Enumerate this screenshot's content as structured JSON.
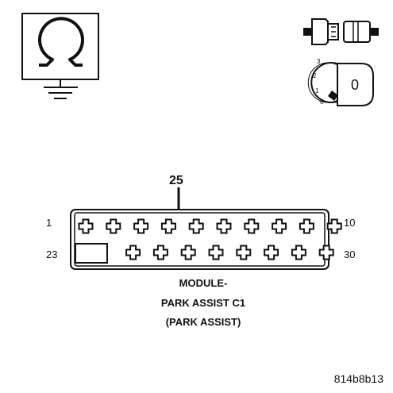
{
  "connector": {
    "pin_left_top": "1",
    "pin_right_top": "10",
    "pin_left_bottom": "23",
    "pin_right_bottom": "30",
    "callout_pin": "25",
    "top_row_cavities": 10,
    "bottom_row_cavities": 8
  },
  "caption": {
    "line1": "MODULE-",
    "line2": "PARK ASSIST C1",
    "line3": "(PARK ASSIST)"
  },
  "ignition_key": {
    "positions": [
      "3",
      "2",
      "1",
      "0"
    ],
    "key_label": "0"
  },
  "icons": {
    "meter": "ohmmeter-ground-icon",
    "connector": "disconnected-connector-icon",
    "ignition": "ignition-key-icon"
  },
  "figure_id": "814b8b13"
}
